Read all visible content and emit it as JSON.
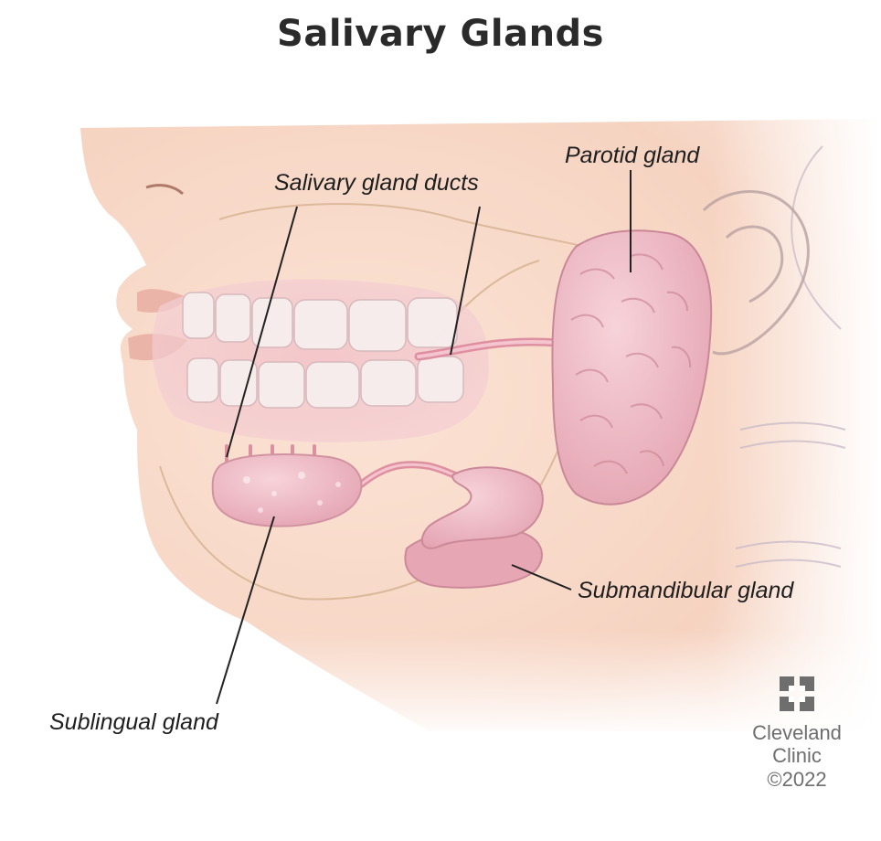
{
  "title": "Salivary Glands",
  "labels": {
    "salivary_gland_ducts": "Salivary gland ducts",
    "parotid_gland": "Parotid gland",
    "submandibular_gland": "Submandibular gland",
    "sublingual_gland": "Sublingual gland"
  },
  "branding": {
    "name_line1": "Cleveland",
    "name_line2": "Clinic",
    "copyright": "©2022",
    "logo_icon": "cleveland-clinic-cross-icon"
  },
  "colors": {
    "skin": "#f7d8c8",
    "gland": "#e8a9b5",
    "duct": "#de8fa0",
    "text": "#1e1e1e",
    "logo": "#6e6e6e"
  }
}
